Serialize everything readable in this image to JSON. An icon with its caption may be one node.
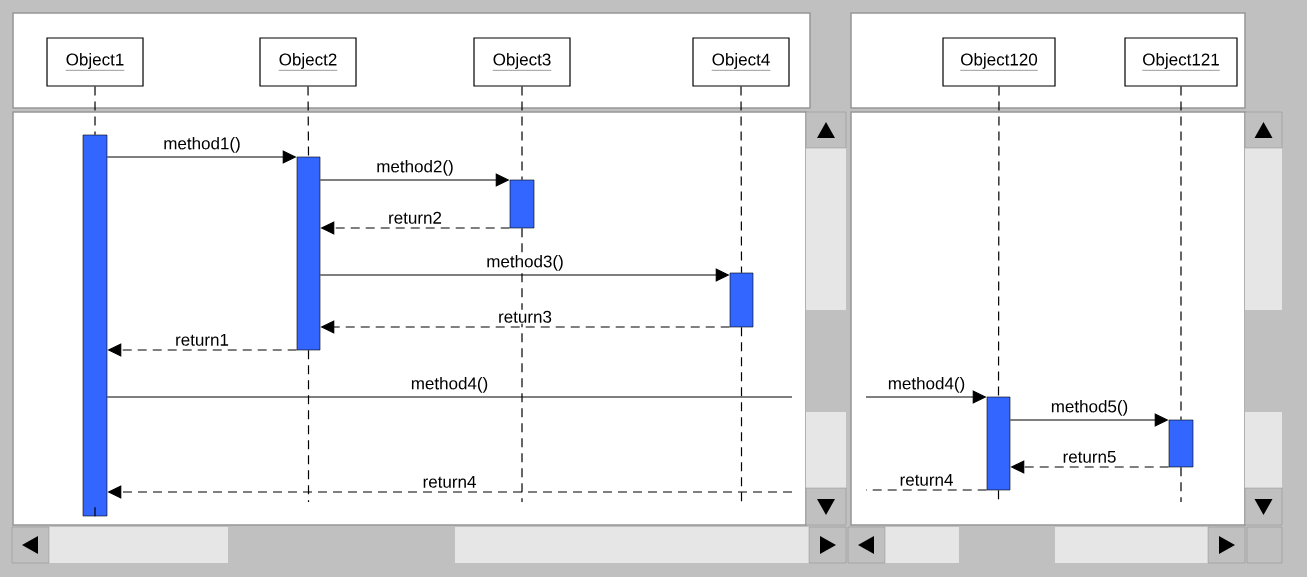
{
  "diagram": {
    "nodes": [
      {
        "text": [
          "Object1"
        ]
      },
      {
        "text": [
          "Object2"
        ]
      },
      {
        "text": [
          "Object3"
        ]
      },
      {
        "text": [
          "Object4"
        ]
      },
      {
        "text": [
          "Object120"
        ]
      },
      {
        "text": [
          "Object121"
        ]
      },
      {
        "text": [],
        "shape": "bar"
      },
      {
        "text": [],
        "shape": "bar"
      },
      {
        "text": [],
        "shape": "bar"
      },
      {
        "text": [],
        "shape": "bar"
      },
      {
        "text": [],
        "shape": "bar"
      },
      {
        "text": [],
        "shape": "bar"
      }
    ],
    "edges": [
      {
        "from": 6,
        "to": 7,
        "arrow": "to",
        "label": "method1()"
      },
      {
        "from": 7,
        "to": 8,
        "arrow": "to",
        "label": "method2()"
      },
      {
        "from": 8,
        "to": 7,
        "arrow": "to",
        "label": "return2",
        "style": "dashed"
      },
      {
        "from": 7,
        "to": 9,
        "arrow": "to",
        "label": "method3()"
      },
      {
        "from": 9,
        "to": 7,
        "arrow": "to",
        "label": "return3",
        "style": "dashed"
      },
      {
        "from": 7,
        "to": 6,
        "arrow": "to",
        "label": "return1",
        "style": "dashed"
      },
      {
        "from": 6,
        "to": null,
        "arrow": "none",
        "label": "method4()"
      },
      {
        "from": null,
        "to": 10,
        "arrow": "to",
        "label": "method4()"
      },
      {
        "from": 10,
        "to": 11,
        "arrow": "to",
        "label": "method5()"
      },
      {
        "from": 11,
        "to": 10,
        "arrow": "to",
        "label": "return5",
        "style": "dashed"
      },
      {
        "from": 10,
        "to": null,
        "arrow": "none",
        "label": "return4",
        "style": "dashed"
      },
      {
        "from": null,
        "to": 6,
        "arrow": "to",
        "label": "return4",
        "style": "dashed"
      },
      {
        "from": 0,
        "to": 6,
        "arrow": "none",
        "style": "dashed"
      },
      {
        "from": 6,
        "to": null,
        "arrow": "none",
        "style": "dashed"
      },
      {
        "from": 1,
        "to": 7,
        "arrow": "none",
        "style": "dashed"
      },
      {
        "from": 7,
        "to": null,
        "arrow": "none",
        "style": "dashed"
      },
      {
        "from": 2,
        "to": 8,
        "arrow": "none",
        "style": "dashed"
      },
      {
        "from": 8,
        "to": null,
        "arrow": "none",
        "style": "dashed"
      },
      {
        "from": 3,
        "to": 9,
        "arrow": "none",
        "style": "dashed"
      },
      {
        "from": 9,
        "to": null,
        "arrow": "none",
        "style": "dashed"
      },
      {
        "from": 4,
        "to": 10,
        "arrow": "none",
        "style": "dashed"
      },
      {
        "from": 10,
        "to": null,
        "arrow": "none",
        "style": "dashed"
      },
      {
        "from": 5,
        "to": 11,
        "arrow": "none",
        "style": "dashed"
      },
      {
        "from": 11,
        "to": null,
        "arrow": "none",
        "style": "dashed"
      }
    ]
  }
}
